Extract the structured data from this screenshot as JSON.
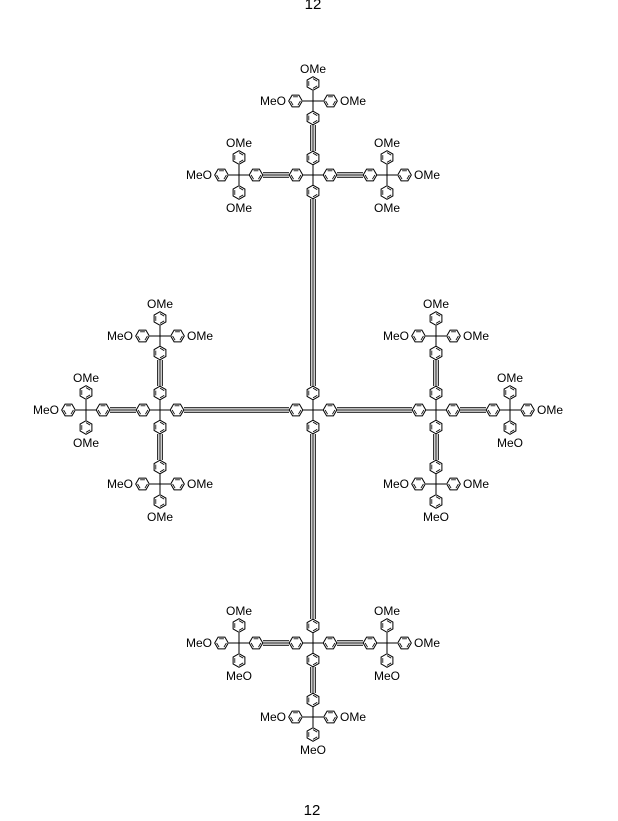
{
  "figure": {
    "compound_number": "12",
    "substituent_label": "OMe",
    "substituent_label_reversed": "MeO",
    "top_cutoff_label": "12"
  }
}
